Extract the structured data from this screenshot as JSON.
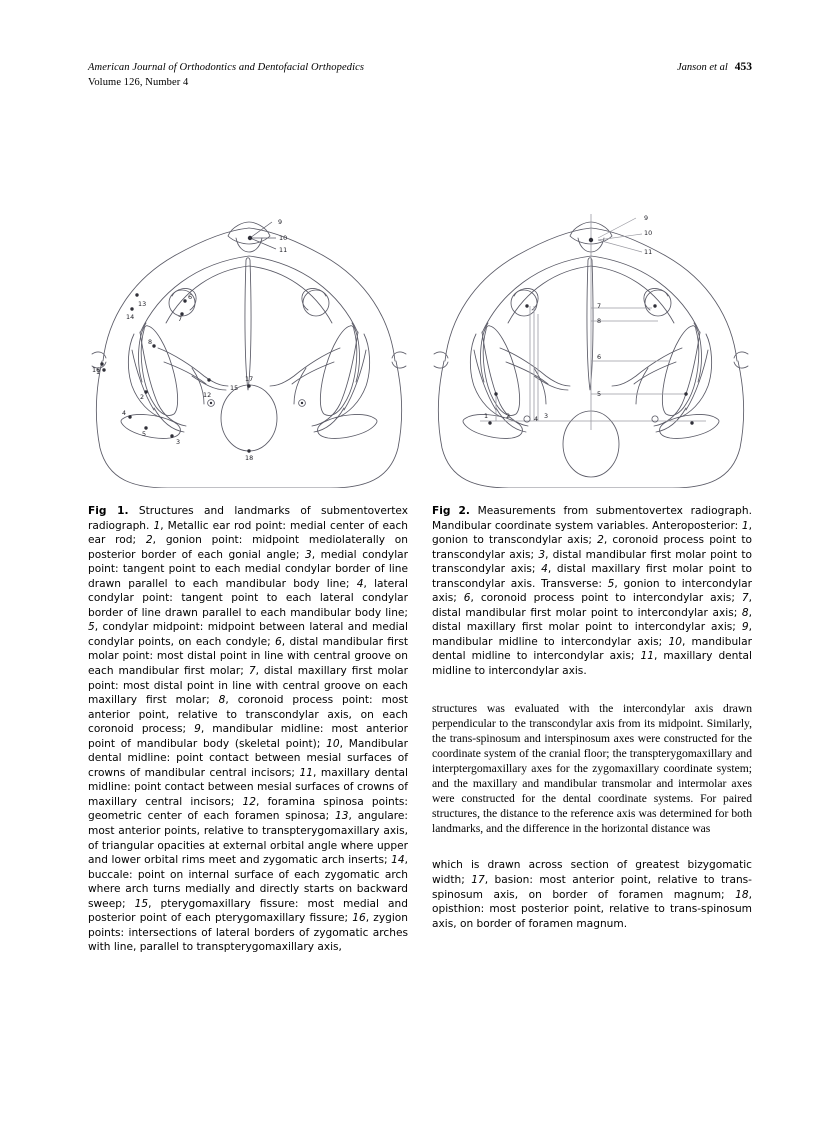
{
  "running_head": {
    "journal": "American Journal of Orthodontics and Dentofacial Orthopedics",
    "volume_issue": "Volume 126, Number 4",
    "authors": "Janson et al",
    "page_number": "453"
  },
  "figures": [
    {
      "id": "fig-1",
      "label": "Fig 1.",
      "title": "Structures and landmarks of submentovertex radiograph",
      "landmark_numbers": [
        "1",
        "2",
        "3",
        "4",
        "5",
        "6",
        "7",
        "8",
        "9",
        "10",
        "11",
        "12",
        "13",
        "14",
        "15",
        "16",
        "17",
        "18"
      ]
    },
    {
      "id": "fig-2",
      "label": "Fig 2.",
      "title": "Measurements from submentovertex radiograph",
      "landmark_numbers": [
        "1",
        "2",
        "3",
        "4",
        "5",
        "6",
        "7",
        "8",
        "9",
        "10",
        "11"
      ]
    }
  ],
  "captions": {
    "fig1": {
      "label": "Fig 1.",
      "body_part_1": " Structures and landmarks of submentovertex radiograph. ",
      "n1": "1",
      "t1": ", Metallic ear rod point: medial center of each ear rod; ",
      "n2": "2",
      "t2": ", gonion point: midpoint mediolaterally on posterior border of each gonial angle; ",
      "n3": "3",
      "t3": ", medial condylar point: tangent point to each medial condylar border of line drawn parallel to each mandibular body line; ",
      "n4": "4",
      "t4": ", lateral condylar point: tangent point to each lateral condylar border of line drawn parallel to each mandibular body line; ",
      "n5": "5",
      "t5": ", condylar midpoint: midpoint between lateral and medial condylar points, on each condyle; ",
      "n6": "6",
      "t6": ", distal mandibular first molar point: most distal point in line with central groove on each mandibular first molar; ",
      "n7": "7",
      "t7": ", distal maxillary first molar point: most distal point in line with central groove on each maxillary first molar; ",
      "n8": "8",
      "t8": ", coronoid process point: most anterior point, relative to transcondylar axis, on each coronoid process; ",
      "n9": "9",
      "t9": ", mandibular midline: most anterior point of mandibular body (skeletal point); ",
      "n10": "10",
      "t10": ", Mandibular dental midline: point contact between mesial surfaces of crowns of mandibular central incisors; ",
      "n11": "11",
      "t11": ", maxillary dental midline: point contact between mesial surfaces of crowns of maxillary central incisors; ",
      "n12": "12",
      "t12": ", foramina spinosa points: geometric center of each foramen spinosa; ",
      "n13": "13",
      "t13": ", angulare: most anterior points, relative to transpterygomaxillary axis, of triangular opacities at external orbital angle where upper and lower orbital rims meet and zygomatic arch inserts; ",
      "n14": "14",
      "t14": ", buccale: point on internal surface of each zygomatic arch where arch turns medially and directly starts on backward sweep; ",
      "n15": "15",
      "t15": ", pterygomaxillary fissure: most medial and posterior point of each pterygomaxillary fissure; ",
      "n16": "16",
      "t16": ", zygion points: intersections of lateral borders of zygomatic arches with line, parallel to transpterygomaxillary axis, which is drawn across section of greatest bizygomatic width; ",
      "n17": "17",
      "t17": ", basion: most anterior point, relative to trans-spinosum axis, on border of foramen magnum; ",
      "n18": "18",
      "t18": ", opisthion: most posterior point, relative to trans-spinosum axis, on border of foramen magnum."
    },
    "fig2": {
      "label": "Fig 2.",
      "body_part_1": " Measurements from submentovertex radiograph. Mandibular coordinate system variables. Anteroposterior: ",
      "n1": "1",
      "t1": ", gonion to transcondylar axis; ",
      "n2": "2",
      "t2": ", coronoid process point to transcondylar axis; ",
      "n3": "3",
      "t3": ", distal mandibular first molar point to transcondylar axis; ",
      "n4": "4",
      "t4": ", distal maxillary first molar point to transcondylar axis. Transverse: ",
      "n5": "5",
      "t5": ", gonion to intercondylar axis; ",
      "n6": "6",
      "t6": ", coronoid process point to intercondylar axis; ",
      "n7": "7",
      "t7": ", distal mandibular first molar point to intercondylar axis; ",
      "n8": "8",
      "t8": ", distal maxillary first molar point to intercondylar axis; ",
      "n9": "9",
      "t9": ", mandibular midline to intercondylar axis; ",
      "n10": "10",
      "t10": ", mandibular dental midline to intercondylar axis; ",
      "n11": "11",
      "t11": ", maxillary dental midline to intercondylar axis."
    }
  },
  "body": {
    "paragraph": "structures was evaluated with the intercondylar axis drawn perpendicular to the transcondylar axis from its midpoint. Similarly, the trans-spinosum and interspinosum axes were constructed for the coordinate system of the cranial floor; the transpterygomaxillary and interptergomaxillary axes for the zygomaxillary coordinate system; and the maxillary and mandibular transmolar and intermolar axes were constructed for the dental coordinate systems. For paired structures, the distance to the reference axis was determined for both landmarks, and the difference in the horizontal distance was"
  },
  "colors": {
    "text": "#000000",
    "tracing_line": "#5a5a66",
    "axis_line": "#9a9aa2"
  }
}
